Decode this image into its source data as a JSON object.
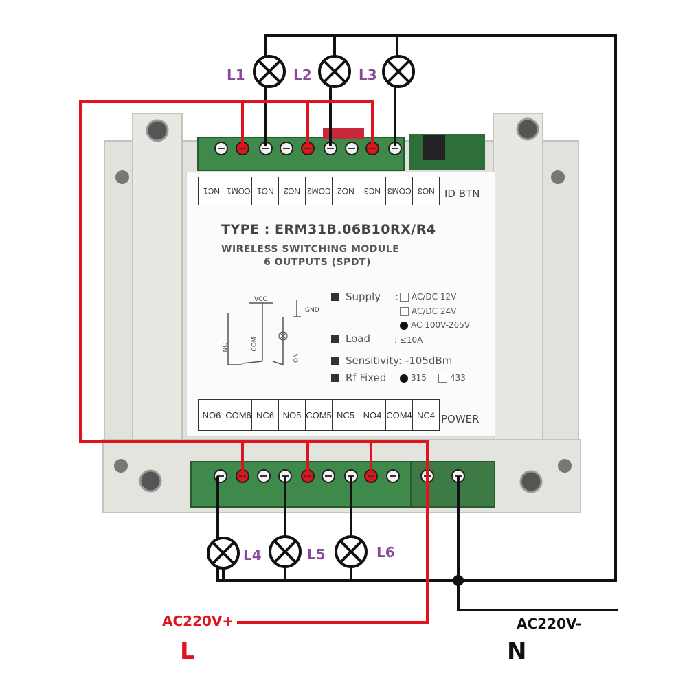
{
  "module": {
    "type_line": "TYPE : ERM31B.06B10RX/R4",
    "subtitle_1": "WIRELESS SWITCHING MODULE",
    "subtitle_2": "6 OUTPUTS (SPDT)",
    "top_terminals": [
      "NC1",
      "COM1",
      "NO1",
      "NC2",
      "COM2",
      "NO2",
      "NC3",
      "COM3",
      "NO3"
    ],
    "top_right_tag": "ID BTN",
    "bottom_terminals": [
      "NO6",
      "COM6",
      "NC6",
      "NO5",
      "COM5",
      "NC5",
      "NO4",
      "COM4",
      "NC4"
    ],
    "bottom_right_tag": "POWER",
    "specs": {
      "supply_label": "Supply",
      "supply_options": [
        "AC/DC 12V",
        "AC/DC 24V",
        "AC 100V-265V"
      ],
      "supply_selected": "AC 100V-265V",
      "load_label": "Load",
      "load_value": ": ≤10A",
      "sensitivity_label": "Sensitivity: -105dBm",
      "rf_label": "Rf Fixed",
      "rf_options": [
        "315",
        "433"
      ],
      "rf_selected": "315"
    },
    "schematic": {
      "vcc": "VCC",
      "gnd": "GND",
      "nc": "NC",
      "com": "COM",
      "no": "NO"
    }
  },
  "lamps": {
    "top": [
      "L1",
      "L2",
      "L3"
    ],
    "bottom": [
      "L4",
      "L5",
      "L6"
    ]
  },
  "supply": {
    "live_label": "AC220V+",
    "neutral_label": "AC220V-",
    "live_letter": "L",
    "neutral_letter": "N"
  },
  "colors": {
    "live_wire": "#e0141e",
    "neutral_wire": "#111111",
    "lamp_label": "#8a4a9a",
    "enclosure": "#e6e6e0",
    "terminal_block": "#3f8a4a"
  }
}
